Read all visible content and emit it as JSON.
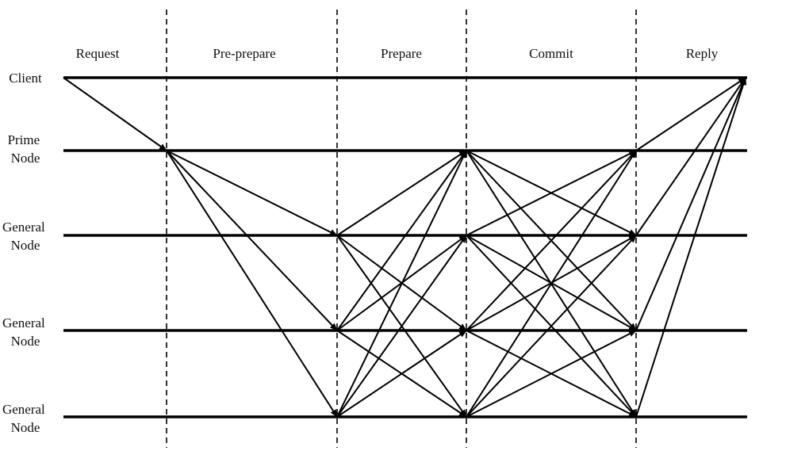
{
  "phases": [
    "Request",
    "Pre-prepare",
    "Prepare",
    "Commit",
    "Reply"
  ],
  "nodes": [
    {
      "label_lines": [
        "Client"
      ]
    },
    {
      "label_lines": [
        "Prime",
        "Node"
      ]
    },
    {
      "label_lines": [
        "General",
        "Node"
      ]
    },
    {
      "label_lines": [
        "General",
        "Node"
      ]
    },
    {
      "label_lines": [
        "General",
        "Node"
      ]
    }
  ],
  "colors": {
    "line": "#000000",
    "text": "#111111",
    "background": "#ffffff"
  }
}
